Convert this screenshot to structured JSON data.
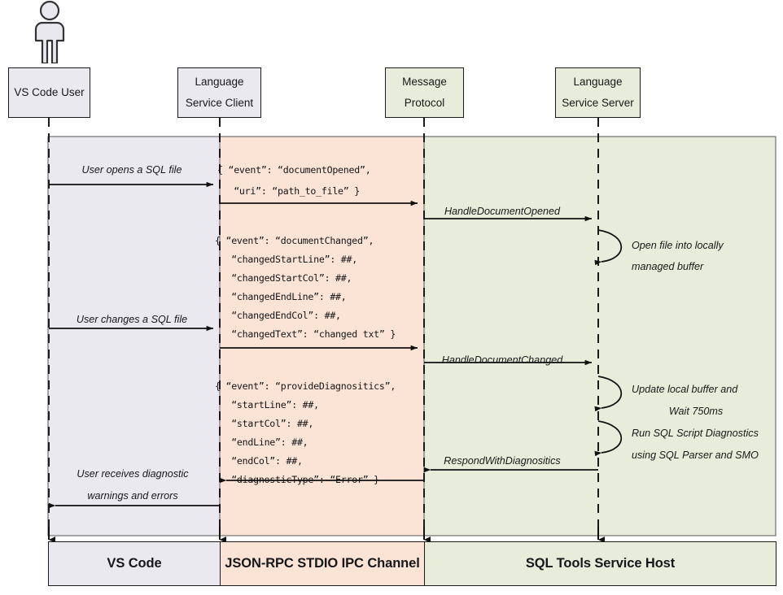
{
  "participants": [
    {
      "id": "vscode-user",
      "line1": "VS Code User",
      "line2": ""
    },
    {
      "id": "language-service-client",
      "line1": "Language",
      "line2": "Service Client"
    },
    {
      "id": "message-protocol",
      "line1": "Message",
      "line2": "Protocol"
    },
    {
      "id": "language-service-server",
      "line1": "Language",
      "line2": "Service Server"
    }
  ],
  "actor": {
    "name": "vs-code-user-actor"
  },
  "regions": [
    {
      "id": "vs-code",
      "label": "VS Code",
      "color": "#eae9f0"
    },
    {
      "id": "json-rpc",
      "label": "JSON-RPC STDIO IPC Channel",
      "color": "#fbe4d5"
    },
    {
      "id": "sql-tools",
      "label": "SQL Tools Service Host",
      "color": "#e7edda"
    }
  ],
  "user_messages": [
    {
      "id": "user-opens-sql-file",
      "line1": "User opens a SQL file",
      "line2": ""
    },
    {
      "id": "user-changes-sql-file",
      "line1": "User changes a SQL file",
      "line2": ""
    },
    {
      "id": "user-receives-diagnostics",
      "line1": "User receives diagnostic",
      "line2": "warnings and errors"
    }
  ],
  "payloads": [
    {
      "id": "document-opened-payload",
      "lines": [
        "{ “event”: “documentOpened”,",
        "   “uri”: “path_to_file” }"
      ]
    },
    {
      "id": "document-changed-payload",
      "lines": [
        "{ “event”: “documentChanged”,",
        "   “changedStartLine”: ##,",
        "   “changedStartCol”: ##,",
        "   “changedEndLine”: ##,",
        "   “changedEndCol”: ##,",
        "   “changedText”: “changed txt” }"
      ]
    },
    {
      "id": "provide-diagnositics-payload",
      "lines": [
        "{ “event”: “provideDiagnositics”,",
        "   “startLine”: ##,",
        "   “startCol”: ##,",
        "   “endLine”: ##,",
        "   “endCol”: ##,",
        "   “diagnosticType”: “Error” }"
      ]
    }
  ],
  "handler_messages": [
    {
      "id": "handle-document-opened",
      "label": "HandleDocumentOpened"
    },
    {
      "id": "handle-document-changed",
      "label": "HandleDocumentChanged"
    },
    {
      "id": "respond-with-diagnositics",
      "label": "RespondWithDiagnositics"
    }
  ],
  "self_notes": [
    {
      "id": "open-file-note",
      "line1": "Open file into locally",
      "line2": "managed buffer"
    },
    {
      "id": "update-buffer-note",
      "line1": "Update local buffer and",
      "line2": "Wait 750ms"
    },
    {
      "id": "run-diagnostics-note",
      "line1": "Run SQL Script Diagnostics",
      "line2": "using SQL Parser and SMO"
    }
  ]
}
